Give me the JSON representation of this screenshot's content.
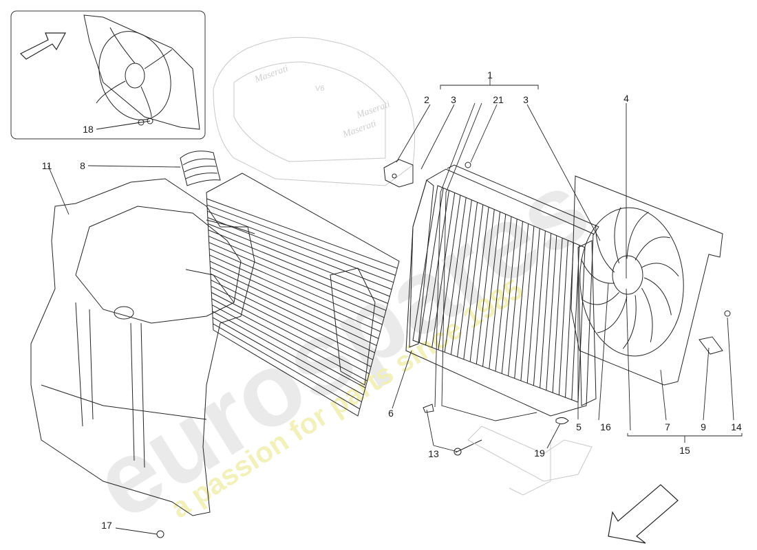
{
  "callouts": [
    {
      "id": "c1",
      "text": "1"
    },
    {
      "id": "c2",
      "text": "2"
    },
    {
      "id": "c3a",
      "text": "3"
    },
    {
      "id": "c3b",
      "text": "3"
    },
    {
      "id": "c4",
      "text": "4"
    },
    {
      "id": "c5",
      "text": "5"
    },
    {
      "id": "c6",
      "text": "6"
    },
    {
      "id": "c7",
      "text": "7"
    },
    {
      "id": "c8",
      "text": "8"
    },
    {
      "id": "c9",
      "text": "9"
    },
    {
      "id": "c11",
      "text": "11"
    },
    {
      "id": "c13",
      "text": "13"
    },
    {
      "id": "c14",
      "text": "14"
    },
    {
      "id": "c15",
      "text": "15"
    },
    {
      "id": "c16",
      "text": "16"
    },
    {
      "id": "c17",
      "text": "17"
    },
    {
      "id": "c18",
      "text": "18"
    },
    {
      "id": "c19",
      "text": "19"
    },
    {
      "id": "c21",
      "text": "21"
    }
  ],
  "engine_cover": {
    "brand_left": "Maserati",
    "brand_center": "Maserati",
    "brand_right": "Maserati",
    "badge": "V6"
  },
  "watermark": {
    "main": "eurospares",
    "tagline": "a passion for parts since 1985"
  },
  "colors": {
    "line": "#222222",
    "faint": "#c8c8c8",
    "watermark_grey": "#e6e6e6",
    "watermark_yellow": "#f1f0b4"
  }
}
